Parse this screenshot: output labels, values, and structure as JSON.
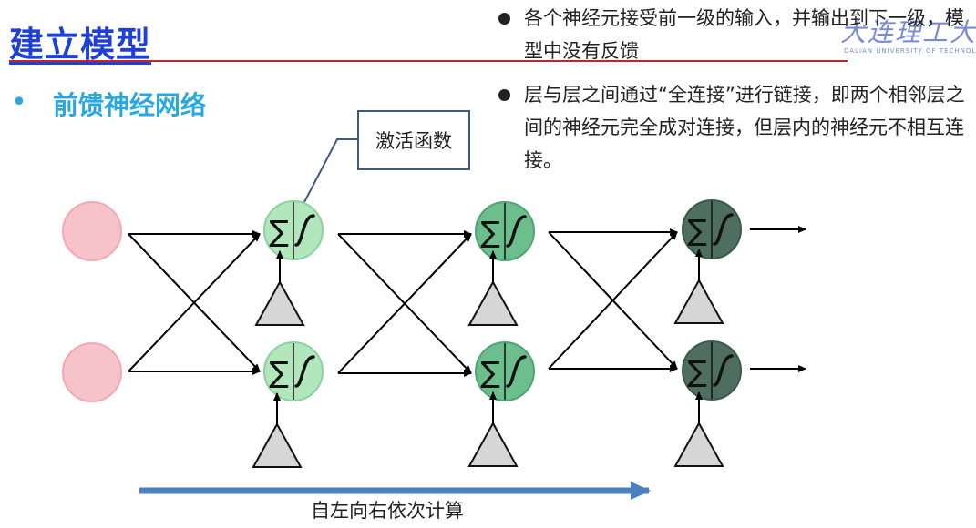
{
  "header": {
    "title": "建立模型"
  },
  "logo": {
    "text": "大连理工大学",
    "subtext": "DALIAN UNIVERSITY OF TECHNOLOGY"
  },
  "section": {
    "bullet": "•",
    "title": "前馈神经网络"
  },
  "bullets": [
    "各个神经元接受前一级的输入，并输出到下一级，模型中没有反馈",
    "层与层之间通过“全连接”进行链接，即两个相邻层之间的神经元完全成对连接，但层内的神经元不相互连接。"
  ],
  "callout": {
    "label": "激活函数"
  },
  "diagram": {
    "sum_symbol": "∑",
    "colors": {
      "input_fill": "#f7c3cb",
      "input_stroke": "#f3a9b4",
      "layer_fills": [
        "#b2e6bd",
        "#6cbf8c",
        "#4e6e61"
      ],
      "layer_strokes": [
        "#8fd19e",
        "#4fa572",
        "#3a5a4d"
      ],
      "bias_fill": "#d6d6d6",
      "arrow_blue": "#4a7fc1"
    }
  },
  "caption": {
    "text": "自左向右依次计算"
  }
}
